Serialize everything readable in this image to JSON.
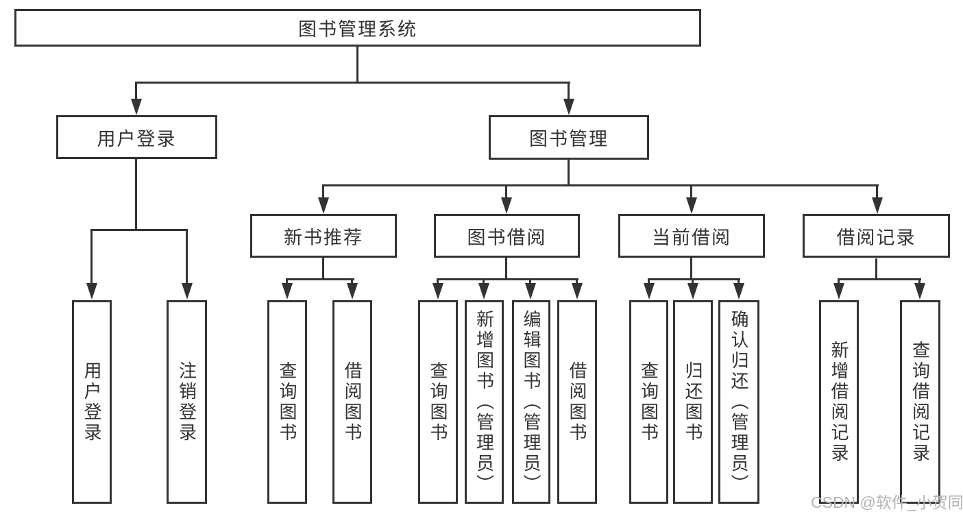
{
  "nodes": {
    "root": "图书管理系统",
    "user_login_group": "用户登录",
    "book_mgmt": "图书管理",
    "new_book_rec": "新书推荐",
    "book_borrow": "图书借阅",
    "current_borrow": "当前借阅",
    "borrow_records": "借阅记录",
    "leaves": {
      "user_login": "用户登录",
      "logout": "注销登录",
      "query_books_newrec": "查询图书",
      "borrow_books_newrec": "借阅图书",
      "query_books_borrow": "查询图书",
      "add_books_admin": "新增图书（管理员）",
      "edit_books_admin": "编辑图书（管理员）",
      "borrow_books_borrow": "借阅图书",
      "query_books_current": "查询图书",
      "return_books": "归还图书",
      "confirm_return_admin": "确认归还（管理员）",
      "add_borrow_record": "新增借阅记录",
      "query_borrow_record": "查询借阅记录"
    }
  },
  "colors": {
    "line": "#333333",
    "text": "#333333",
    "watermark": "#b3b3b3",
    "background": "#ffffff"
  },
  "watermark": "CSDN @软件_小贺同学"
}
